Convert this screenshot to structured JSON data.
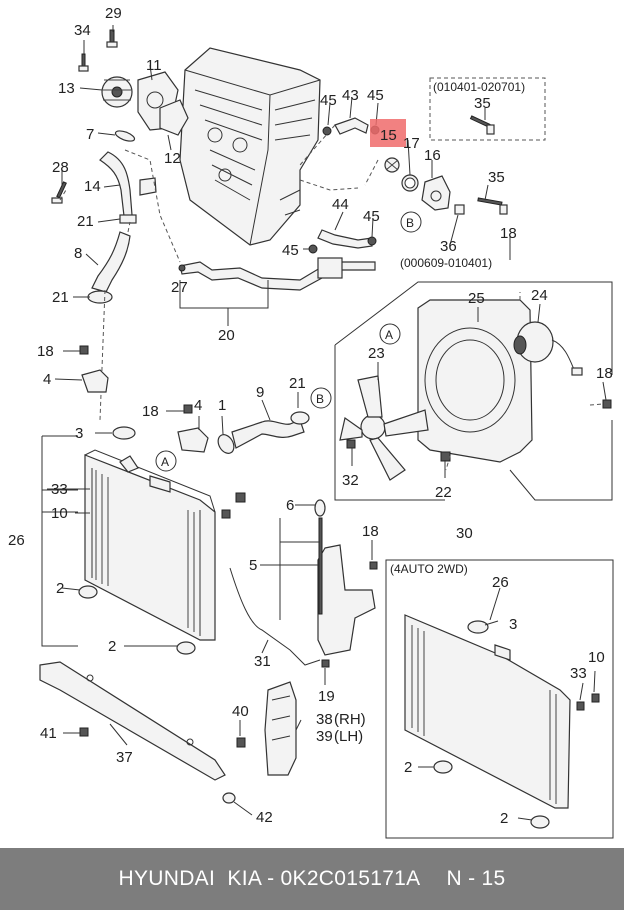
{
  "callouts": {
    "c29": "29",
    "c34": "34",
    "c11": "11",
    "c13": "13",
    "c7": "7",
    "c12": "12",
    "c45a": "45",
    "c43": "43",
    "c45b": "45",
    "c15": "15",
    "c17": "17",
    "c16": "16",
    "c28": "28",
    "c14": "14",
    "c21a": "21",
    "c8": "8",
    "c21b": "21",
    "c44": "44",
    "c45c": "45",
    "c45d": "45",
    "c35a": "35",
    "c35b": "35",
    "c36": "36",
    "c18a": "18",
    "c27": "27",
    "c20": "20",
    "c25": "25",
    "c24": "24",
    "c23": "23",
    "c18b": "18",
    "c4a": "4",
    "c18c": "18",
    "c4b": "4",
    "c1": "1",
    "c9": "9",
    "c21c": "21",
    "c3a": "3",
    "c33a": "33",
    "c10a": "10",
    "c26a": "26",
    "c2a": "2",
    "c2b": "2",
    "c6": "6",
    "c5": "5",
    "c18d": "18",
    "c32": "32",
    "c22": "22",
    "c30": "30",
    "c31": "31",
    "c19": "19",
    "c41": "41",
    "c37": "37",
    "c40": "40",
    "c38": "38",
    "c39": "39",
    "c42": "42",
    "c18e": "18",
    "c26b": "26",
    "c3b": "3",
    "c33b": "33",
    "c10b": "10",
    "c2c": "2",
    "c2d": "2"
  },
  "side_labels": {
    "rh": "(RH)",
    "lh": "(LH)"
  },
  "circle_markers": {
    "a1": "A",
    "a2": "A",
    "b1": "B",
    "b2": "B"
  },
  "date_ranges": {
    "range1": "(010401-020701)",
    "range2": "(000609-010401)"
  },
  "variant_box_label": "(4AUTO 2WD)",
  "highlight_color": "#f06b6b",
  "footer": {
    "brand": "HYUNDAI  KIA - 0K2C015171A",
    "page": "N - 15"
  }
}
